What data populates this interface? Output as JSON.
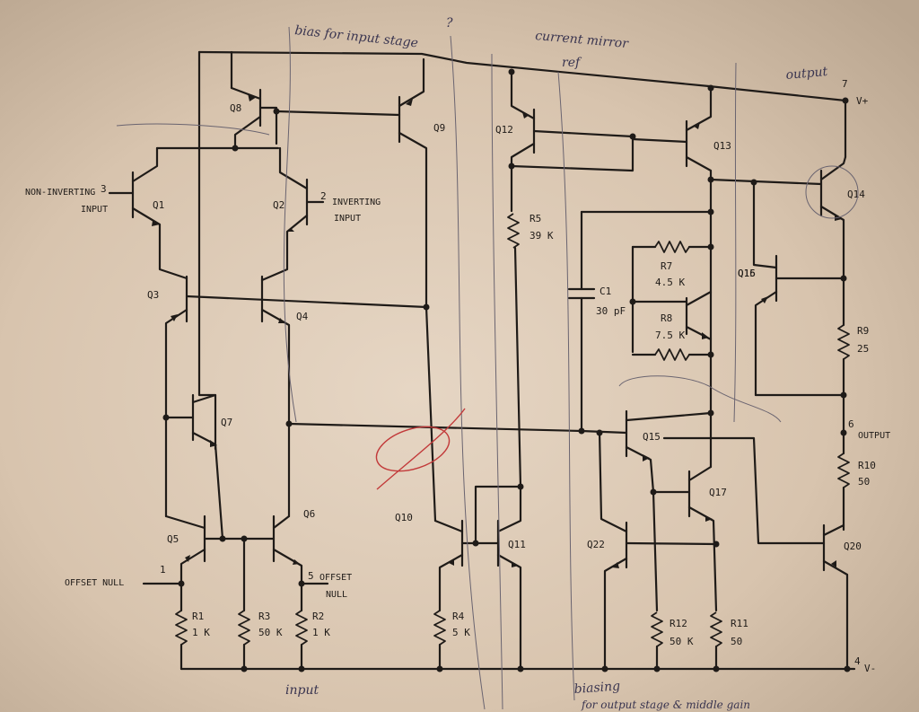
{
  "annotations": {
    "bias_input": "bias for input stage",
    "bias_input_mark": "?",
    "current_mirror": "current mirror",
    "current_mirror_ref": "ref",
    "output_note": "output",
    "input_note": "input",
    "biasing_note": "biasing",
    "biasing_note_2": "for output stage & middle gain"
  },
  "pins": {
    "p7": "7",
    "vplus": "V+",
    "p3": "3",
    "noninv": "NON-INVERTING",
    "noninv2": "INPUT",
    "p2": "2",
    "inv": "INVERTING",
    "inv2": "INPUT",
    "p6": "6",
    "output": "OUTPUT",
    "p1": "1",
    "offset_null_1": "OFFSET NULL",
    "p5": "5",
    "offset_null_5a": "OFFSET",
    "offset_null_5b": "NULL",
    "p4": "4",
    "vminus": "V-"
  },
  "transistors": {
    "q1": "Q1",
    "q2": "Q2",
    "q3": "Q3",
    "q4": "Q4",
    "q5": "Q5",
    "q6": "Q6",
    "q7": "Q7",
    "q8": "Q8",
    "q9": "Q9",
    "q10": "Q10",
    "q11": "Q11",
    "q12": "Q12",
    "q13": "Q13",
    "q14": "Q14",
    "q15": "Q15",
    "q16": "Q16",
    "q17": "Q17",
    "q20": "Q20",
    "q22": "Q22"
  },
  "resistors": {
    "r1": {
      "name": "R1",
      "value": "1 K"
    },
    "r2": {
      "name": "R2",
      "value": "1 K"
    },
    "r3": {
      "name": "R3",
      "value": "50 K"
    },
    "r4": {
      "name": "R4",
      "value": "5 K"
    },
    "r5": {
      "name": "R5",
      "value": "39 K"
    },
    "r7": {
      "name": "R7",
      "value": "4.5 K"
    },
    "r8": {
      "name": "R8",
      "value": "7.5 K"
    },
    "r9": {
      "name": "R9",
      "value": "25"
    },
    "r10": {
      "name": "R10",
      "value": "50"
    },
    "r11": {
      "name": "R11",
      "value": "50"
    },
    "r12": {
      "name": "R12",
      "value": "50 K"
    }
  },
  "capacitors": {
    "c1": {
      "name": "C1",
      "value": "30 pF"
    }
  },
  "colors": {
    "paper": "#d9c7b3",
    "ink": "#1f1b18",
    "pen": "#3a3550",
    "red": "#c23a3a"
  }
}
